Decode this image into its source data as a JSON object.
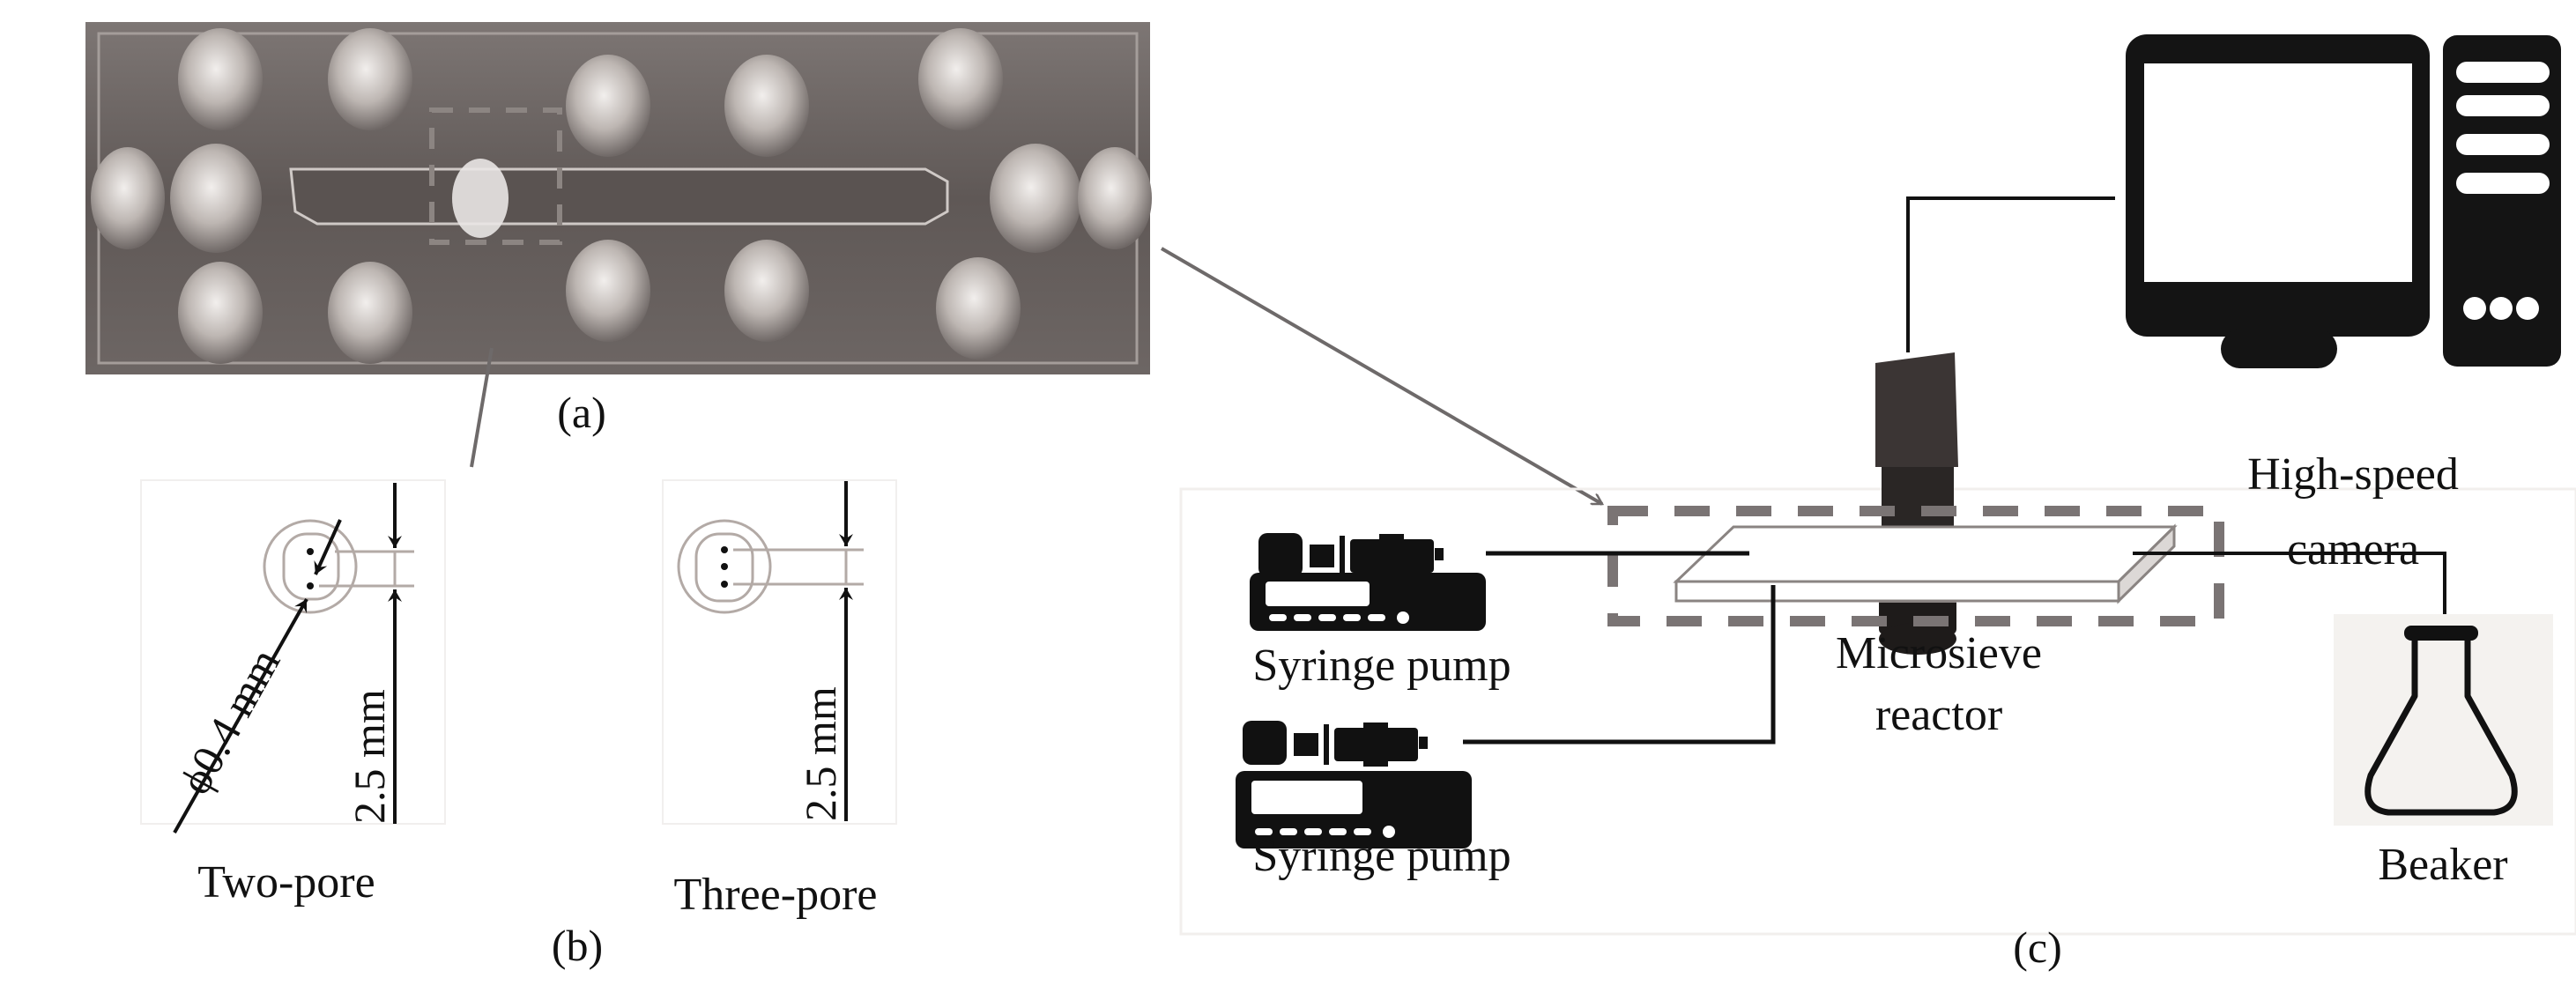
{
  "panels": {
    "a": {
      "label": "(a)",
      "description": "photo-of-microsieve-reactor-chip"
    },
    "b": {
      "label": "(b)",
      "two_pore": {
        "title": "Two-pore",
        "diameter_label": "ϕ0.4 mm",
        "spacing_label": "2.5 mm",
        "pore_count": 2
      },
      "three_pore": {
        "title": "Three-pore",
        "spacing_label": "2.5 mm",
        "pore_count": 3
      }
    },
    "c": {
      "label": "(c)",
      "components": {
        "camera_label_line1": "High-speed",
        "camera_label_line2": "camera",
        "pump1_label": "Syringe pump",
        "pump2_label": "Syringe pump",
        "reactor_label_line1": "Microsieve",
        "reactor_label_line2": "reactor",
        "beaker_label": "Beaker"
      }
    }
  },
  "colors": {
    "ink": "#111111",
    "dash_gray": "#7a7474",
    "arrow_gray": "#6e6a6a",
    "pore_gray": "#b3aaa6",
    "photo_bg": "#6b6462",
    "beaker_bg": "#f4f2ef"
  }
}
